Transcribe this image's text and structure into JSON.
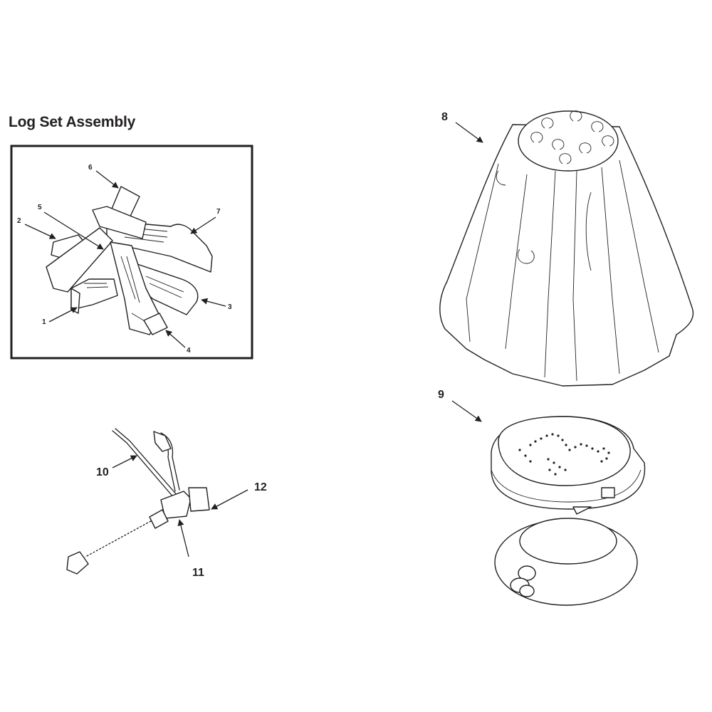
{
  "title": "Log Set Assembly",
  "callouts": {
    "c1": "1",
    "c2": "2",
    "c3": "3",
    "c4": "4",
    "c5": "5",
    "c6": "6",
    "c7": "7",
    "c8": "8",
    "c9": "9",
    "c10": "10",
    "c11": "11",
    "c12": "12"
  },
  "colors": {
    "ink": "#231f20",
    "paper": "#ffffff"
  }
}
